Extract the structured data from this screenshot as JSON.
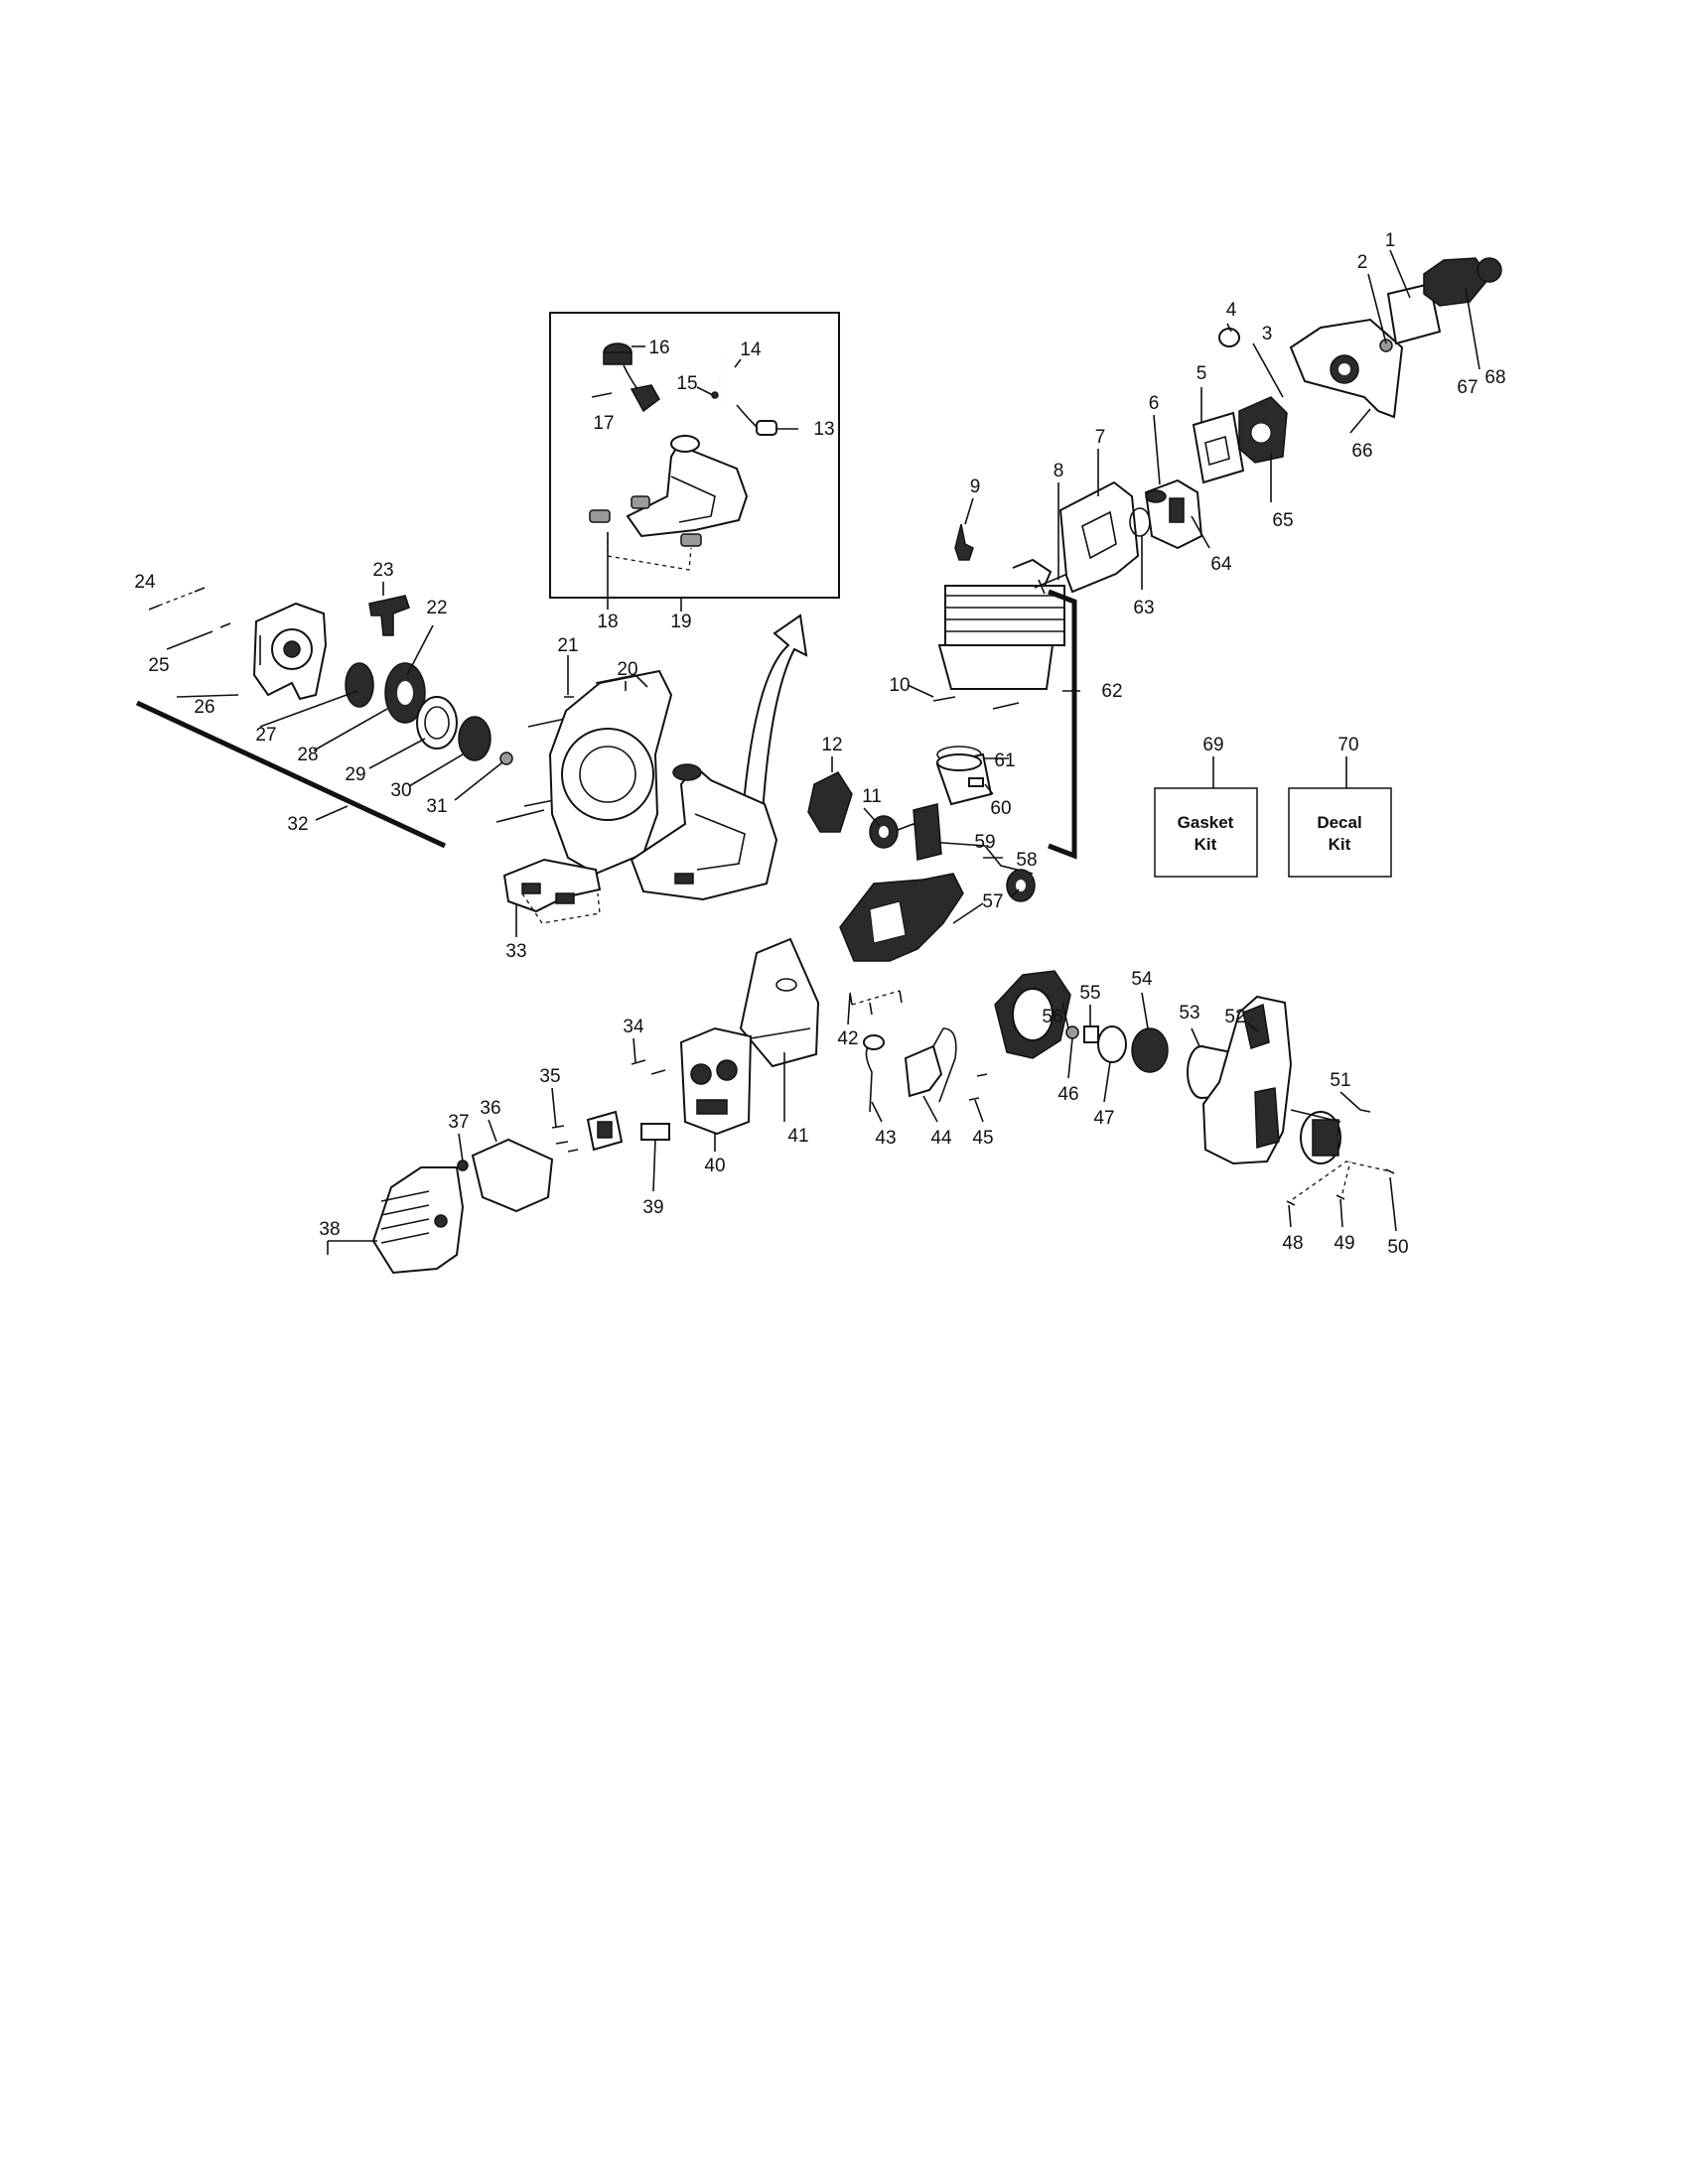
{
  "callouts": [
    "1",
    "2",
    "3",
    "4",
    "5",
    "6",
    "7",
    "8",
    "9",
    "10",
    "11",
    "12",
    "13",
    "14",
    "15",
    "16",
    "17",
    "18",
    "19",
    "20",
    "21",
    "22",
    "23",
    "24",
    "25",
    "26",
    "27",
    "28",
    "29",
    "30",
    "31",
    "32",
    "33",
    "34",
    "35",
    "36",
    "37",
    "38",
    "39",
    "40",
    "41",
    "42",
    "43",
    "44",
    "45",
    "46",
    "47",
    "48",
    "49",
    "50",
    "51",
    "52",
    "53",
    "54",
    "55",
    "56",
    "57",
    "58",
    "59",
    "60",
    "61",
    "62",
    "63",
    "64",
    "65",
    "66",
    "67",
    "68",
    "69",
    "70"
  ],
  "kits": [
    {
      "line1": "Gasket",
      "line2": "Kit"
    },
    {
      "line1": "Decal",
      "line2": "Kit"
    }
  ]
}
